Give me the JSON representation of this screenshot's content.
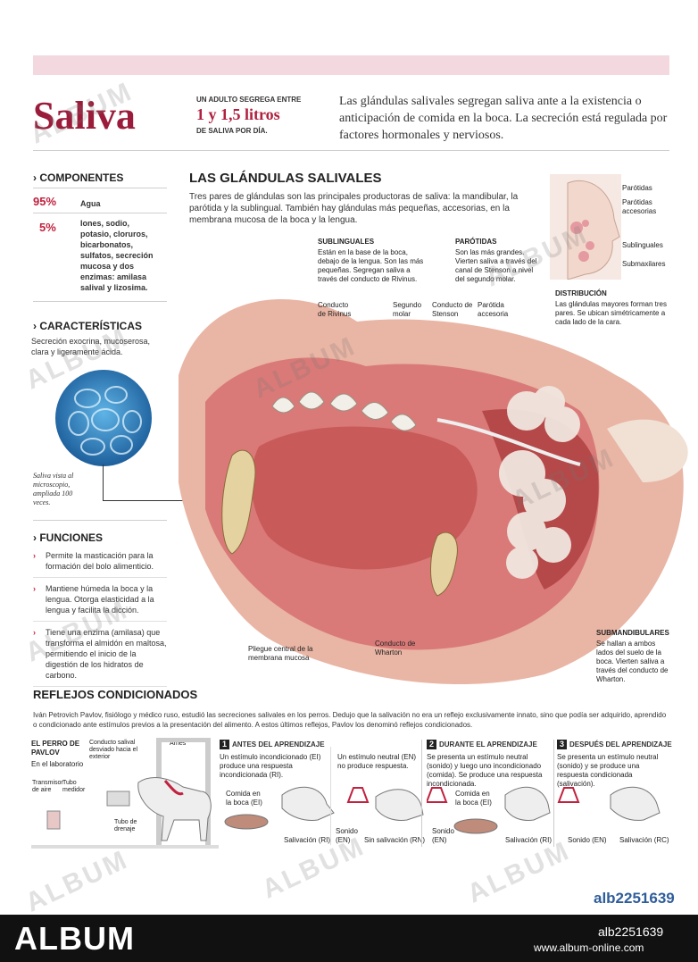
{
  "header": {
    "title": "Saliva",
    "stat_line1": "UN ADULTO SEGREGA ENTRE",
    "stat_value": "1 y 1,5 litros",
    "stat_line2": "DE SALIVA POR DÍA.",
    "intro": "Las glándulas salivales segregan saliva ante a la existencia o anticipación de comida en la boca. La secreción está regulada por factores hormonales y nerviosos."
  },
  "components": {
    "heading": "COMPONENTES",
    "rows": [
      {
        "pct": "95%",
        "text": "Agua"
      },
      {
        "pct": "5%",
        "text": "Iones, sodio, potasio, cloruros, bicarbonatos, sulfatos, secreción mucosa y dos enzimas: amilasa salival y lizosima."
      }
    ]
  },
  "characteristics": {
    "heading": "CARACTERÍSTICAS",
    "text": "Secreción exocrina, mucoserosa, clara y ligeramente ácida.",
    "caption": "Saliva vista al microscopio, ampliada 100 veces."
  },
  "functions": {
    "heading": "FUNCIONES",
    "items": [
      "Permite la masticación para la formación del bolo alimenticio.",
      "Mantiene húmeda la boca y la lengua. Otorga elasticidad a la lengua y facilita la dicción.",
      "Tiene una enzima (amilasa) que transforma el almidón en maltosa, permitiendo el inicio de la digestión de los hidratos de carbono."
    ]
  },
  "glands": {
    "heading": "LAS GLÁNDULAS SALIVALES",
    "text": "Tres pares de glándulas son las principales productoras de saliva: la mandibular, la parótida y la sublingual. También hay glándulas más pequeñas, accesorias, en la membrana mucosa de la boca y la lengua.",
    "sublinguales_title": "SUBLINGUALES",
    "sublinguales_text": "Están en la base de la boca, debajo de la lengua. Son las más pequeñas. Segregan saliva a través del conducto de Rivinus.",
    "parotidas_title": "PARÓTIDAS",
    "parotidas_text": "Son las más grandes. Vierten saliva a través del canal de Stenson a nivel del segundo molar.",
    "submandibulares_title": "SUBMANDIBULARES",
    "submandibulares_text": "Se hallan a ambos lados del suelo de la boca. Vierten saliva a través del conducto de Wharton.",
    "labels": {
      "rivinus": "Conducto de Rivinus",
      "molar": "Segundo molar",
      "stenson": "Conducto de Stenson",
      "parotida_acc": "Parótida accesoria",
      "pliegue": "Pliegue central de la membrana mucosa",
      "wharton": "Conducto de Wharton"
    }
  },
  "distribution": {
    "labels": [
      "Parótidas",
      "Parótidas accesorias",
      "Sublinguales",
      "Submaxilares"
    ],
    "title": "DISTRIBUCIÓN",
    "text": "Las glándulas mayores forman tres pares. Se ubican simétricamente a cada lado de la cara."
  },
  "reflexes": {
    "heading": "REFLEJOS CONDICIONADOS",
    "text": "Iván Petrovich Pavlov, fisiólogo y médico ruso, estudió las secreciones salivales en los perros. Dedujo que la salivación no era un reflejo exclusivamente innato, sino que podía ser adquirido, aprendido o condicionado ante estímulos previos a la presentación del alimento. A estos últimos reflejos, Pavlov los denominó reflejos condicionados.",
    "lab_title": "EL PERRO DE PAVLOV",
    "lab_sub": "En el laboratorio",
    "lab_labels": [
      "Conducto salival desviado hacia el exterior",
      "Arnés",
      "Transmisor de aire",
      "Tubo medidor",
      "Tubo de drenaje"
    ],
    "steps": [
      {
        "num": "1",
        "title": "ANTES DEL APRENDIZAJE",
        "text_a": "Un estímulo incondicionado (EI) produce una respuesta incondicionada (RI).",
        "text_b": "Un estímulo neutral (EN) no produce respuesta.",
        "labels": [
          "Comida en la boca (EI)",
          "Salivación (RI)",
          "Sonido (EN)",
          "Sin salivación (RN)"
        ]
      },
      {
        "num": "2",
        "title": "DURANTE EL APRENDIZAJE",
        "text_a": "Se presenta un estímulo neutral (sonido) y luego uno incondicionado (comida). Se produce una respuesta incondicionada.",
        "labels": [
          "Comida en la boca (EI)",
          "Sonido (EN)",
          "Salivación (RI)"
        ]
      },
      {
        "num": "3",
        "title": "DESPUÉS DEL APRENDIZAJE",
        "text_a": "Se presenta un estímulo neutral (sonido) y se produce una respuesta condicionada (salivación).",
        "labels": [
          "Sonido (EN)",
          "Salivación (RC)"
        ]
      }
    ]
  },
  "watermark": {
    "text": "ALBUM",
    "ref": "alb2251639"
  },
  "footer": {
    "logo": "ALBUM",
    "id": "alb2251639",
    "url": "www.album-online.com"
  },
  "colors": {
    "accent": "#c0223f",
    "band": "#f3d9df",
    "tissue": "#d97a78",
    "footer": "#111111"
  }
}
